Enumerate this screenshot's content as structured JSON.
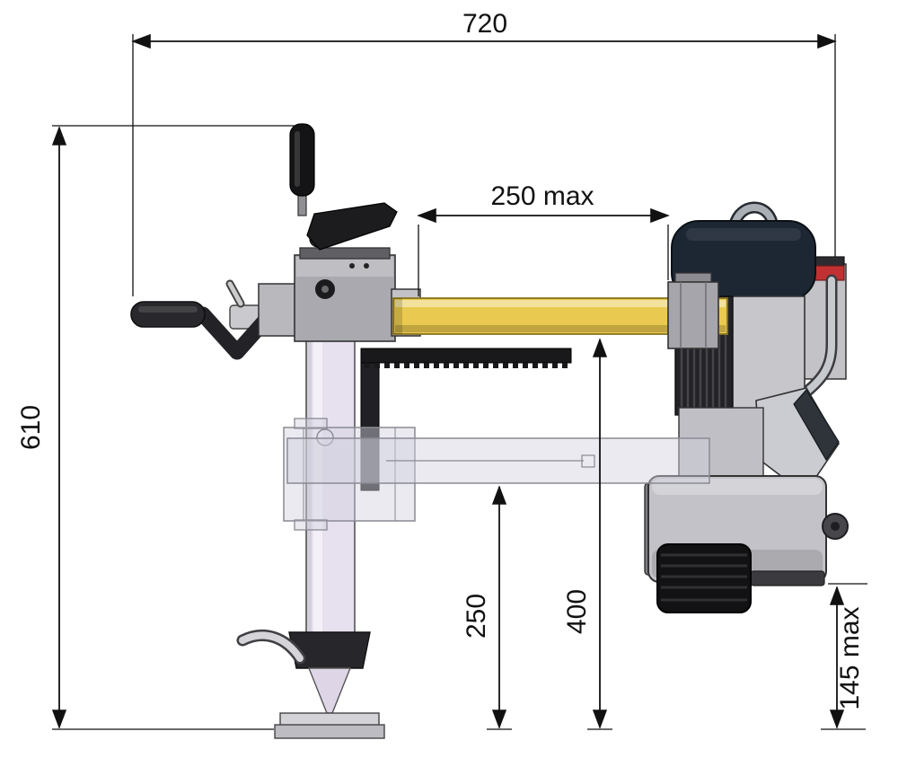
{
  "dimensions": {
    "top_width": {
      "label": "720"
    },
    "left_height": {
      "label": "610"
    },
    "reach_max": {
      "label": "250 max"
    },
    "mid_height": {
      "label": "250"
    },
    "arm_height": {
      "label": "400"
    },
    "right_clearance": {
      "label": "145 max"
    }
  },
  "colors": {
    "line": "#111111",
    "yellow_bar": "#e9c94f",
    "yellow_bar_dark": "#8a7420",
    "motor_dark": "#1d2733",
    "column_fill": "#e7e0ee",
    "accent_red": "#c23131",
    "ghost_fill": "rgba(208,208,222,0.45)",
    "ghost_stroke": "#8a8a94"
  }
}
